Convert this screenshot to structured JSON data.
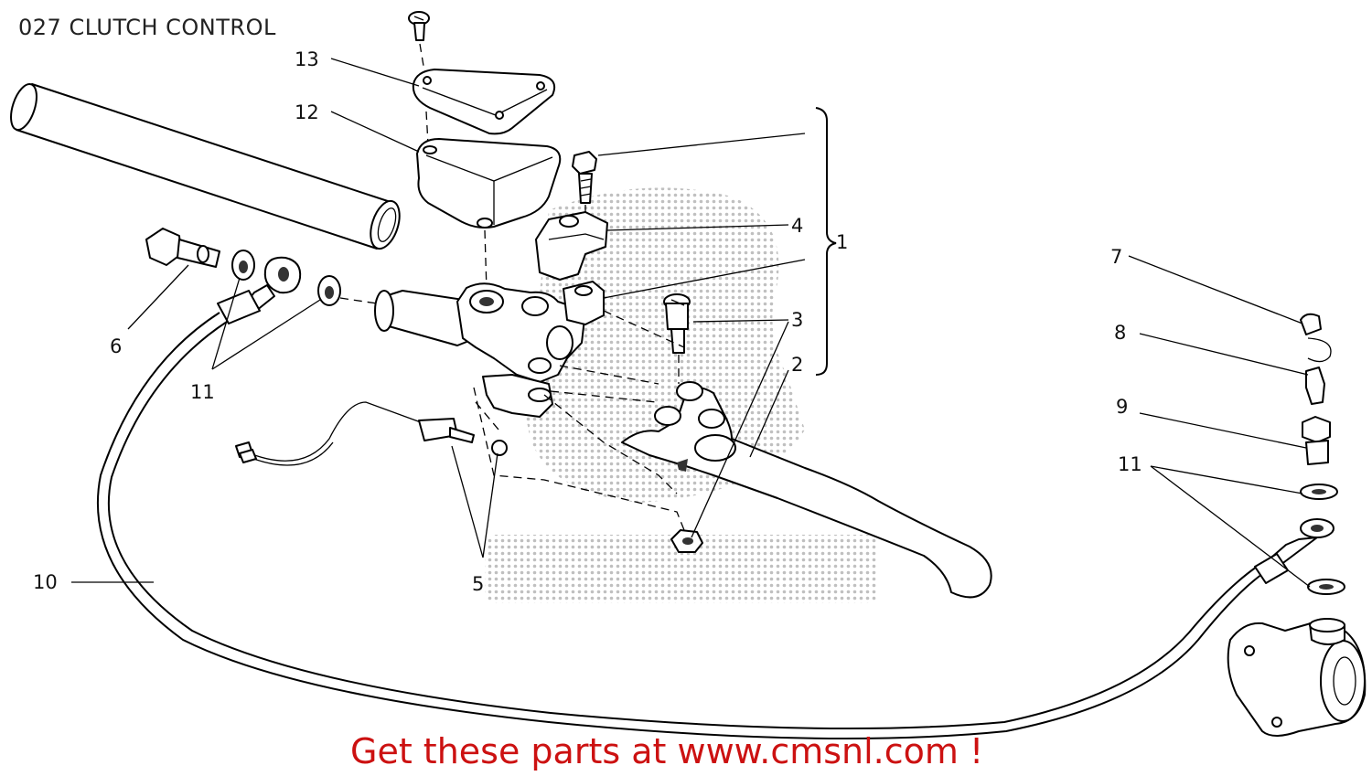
{
  "title": "027 CLUTCH CONTROL",
  "footer": "Get these parts at www.cmsnl.com !",
  "colors": {
    "footer_text": "#cc1111",
    "line_art": "#000000",
    "watermark": "#bbbbbb"
  },
  "callouts": {
    "c1": "1",
    "c2": "2",
    "c3": "3",
    "c4": "4",
    "c5": "5",
    "c6": "6",
    "c7": "7",
    "c8": "8",
    "c9": "9",
    "c10": "10",
    "c11a": "11",
    "c11b": "11",
    "c12": "12",
    "c13": "13"
  },
  "watermark_icon": "cmsnl-dotted-logo"
}
